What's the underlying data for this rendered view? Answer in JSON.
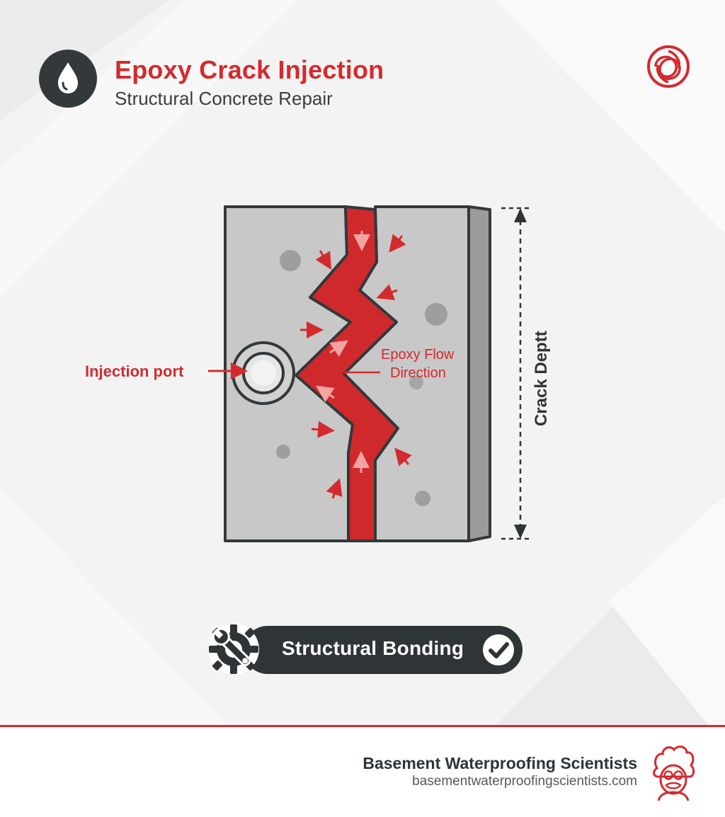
{
  "header": {
    "title": "Epoxy Crack Injection",
    "subtitle": "Structural Concrete Repair",
    "icon": "water-drop-icon",
    "logo": "celtic-knot-logo"
  },
  "diagram": {
    "injection_port_label": "Injection port",
    "epoxy_flow_label_line1": "Epoxy Flow",
    "epoxy_flow_label_line2": "Direction",
    "crack_depth_label": "Crack Deptt"
  },
  "badge": {
    "label": "Structural Bonding",
    "left_icon": "gear-wrench-icon",
    "right_icon": "check-circle-icon"
  },
  "footer": {
    "brand": "Basement Waterproofing Scientists",
    "url": "basementwaterproofingscientists.com",
    "mascot": "scientist-mascot-icon"
  },
  "colors": {
    "accent_red": "#d32a2e",
    "dark": "#2f3437",
    "concrete": "#c8c8c8",
    "background": "#f3f3f3"
  }
}
